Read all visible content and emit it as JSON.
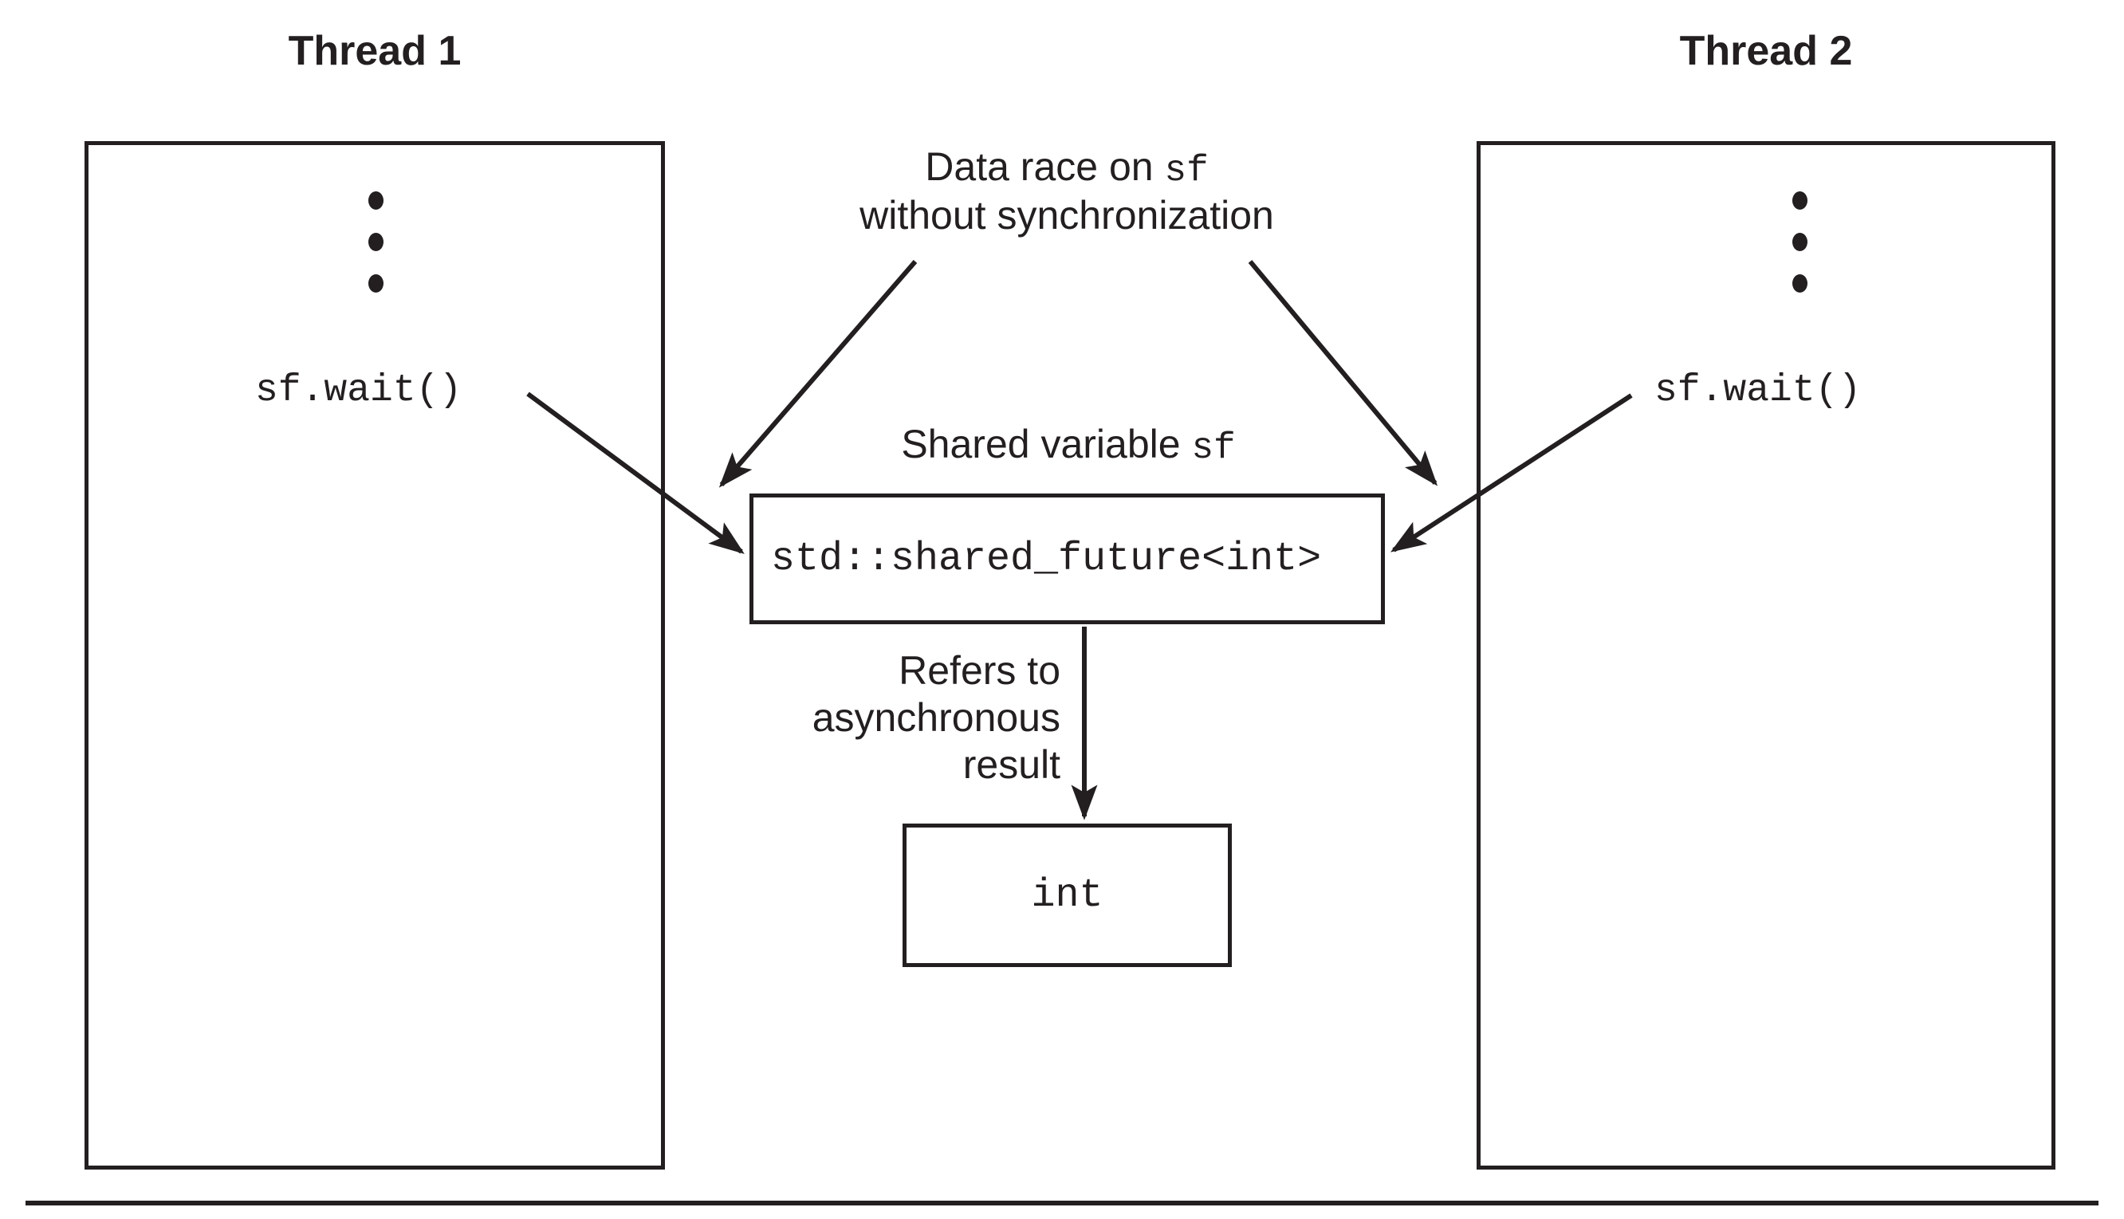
{
  "diagram": {
    "title_thread1": "Thread 1",
    "title_thread2": "Thread 2",
    "threads": [
      {
        "name": "Thread 1",
        "ellipsis": "⋮",
        "call": "sf.wait()"
      },
      {
        "name": "Thread 2",
        "ellipsis": "⋮",
        "call": "sf.wait()"
      }
    ],
    "annotations": {
      "data_race_line1_prefix": "Data race on ",
      "data_race_variable": "sf",
      "data_race_line2": "without synchronization",
      "shared_variable_prefix": "Shared variable ",
      "shared_variable_name": "sf",
      "refers_to": "Refers to\nasynchronous\nresult",
      "refers_to_line1": "Refers to",
      "refers_to_line2": "asynchronous",
      "refers_to_line3": "result"
    },
    "boxes": {
      "shared_future_type": "std::shared_future<int>",
      "result_type": "int"
    },
    "colors": {
      "ink": "#231f20",
      "background": "#ffffff"
    }
  }
}
